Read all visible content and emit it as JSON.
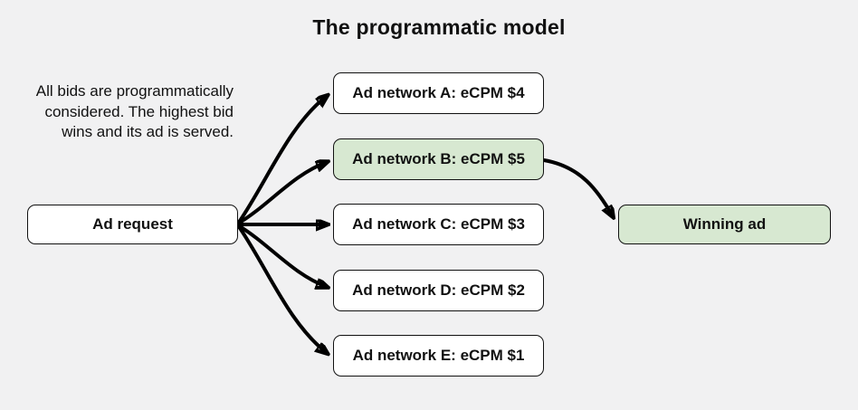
{
  "title": "The programmatic model",
  "description": {
    "lines": [
      "All bids are programmatically",
      "considered. The highest bid",
      "wins and its ad is served."
    ]
  },
  "nodes": {
    "ad_request": {
      "label": "Ad request",
      "highlighted": false
    },
    "networks": [
      {
        "label": "Ad network A: eCPM $4",
        "highlighted": false
      },
      {
        "label": "Ad network B: eCPM $5",
        "highlighted": true
      },
      {
        "label": "Ad network C: eCPM $3",
        "highlighted": false
      },
      {
        "label": "Ad network D: eCPM $2",
        "highlighted": false
      },
      {
        "label": "Ad network E: eCPM $1",
        "highlighted": false
      }
    ],
    "winning_ad": {
      "label": "Winning ad",
      "highlighted": true
    }
  },
  "colors": {
    "background": "#f1f1f2",
    "box_fill": "#ffffff",
    "highlight_fill": "#d7e8d1",
    "border": "#111111",
    "text": "#111111",
    "arrow": "#000000"
  }
}
